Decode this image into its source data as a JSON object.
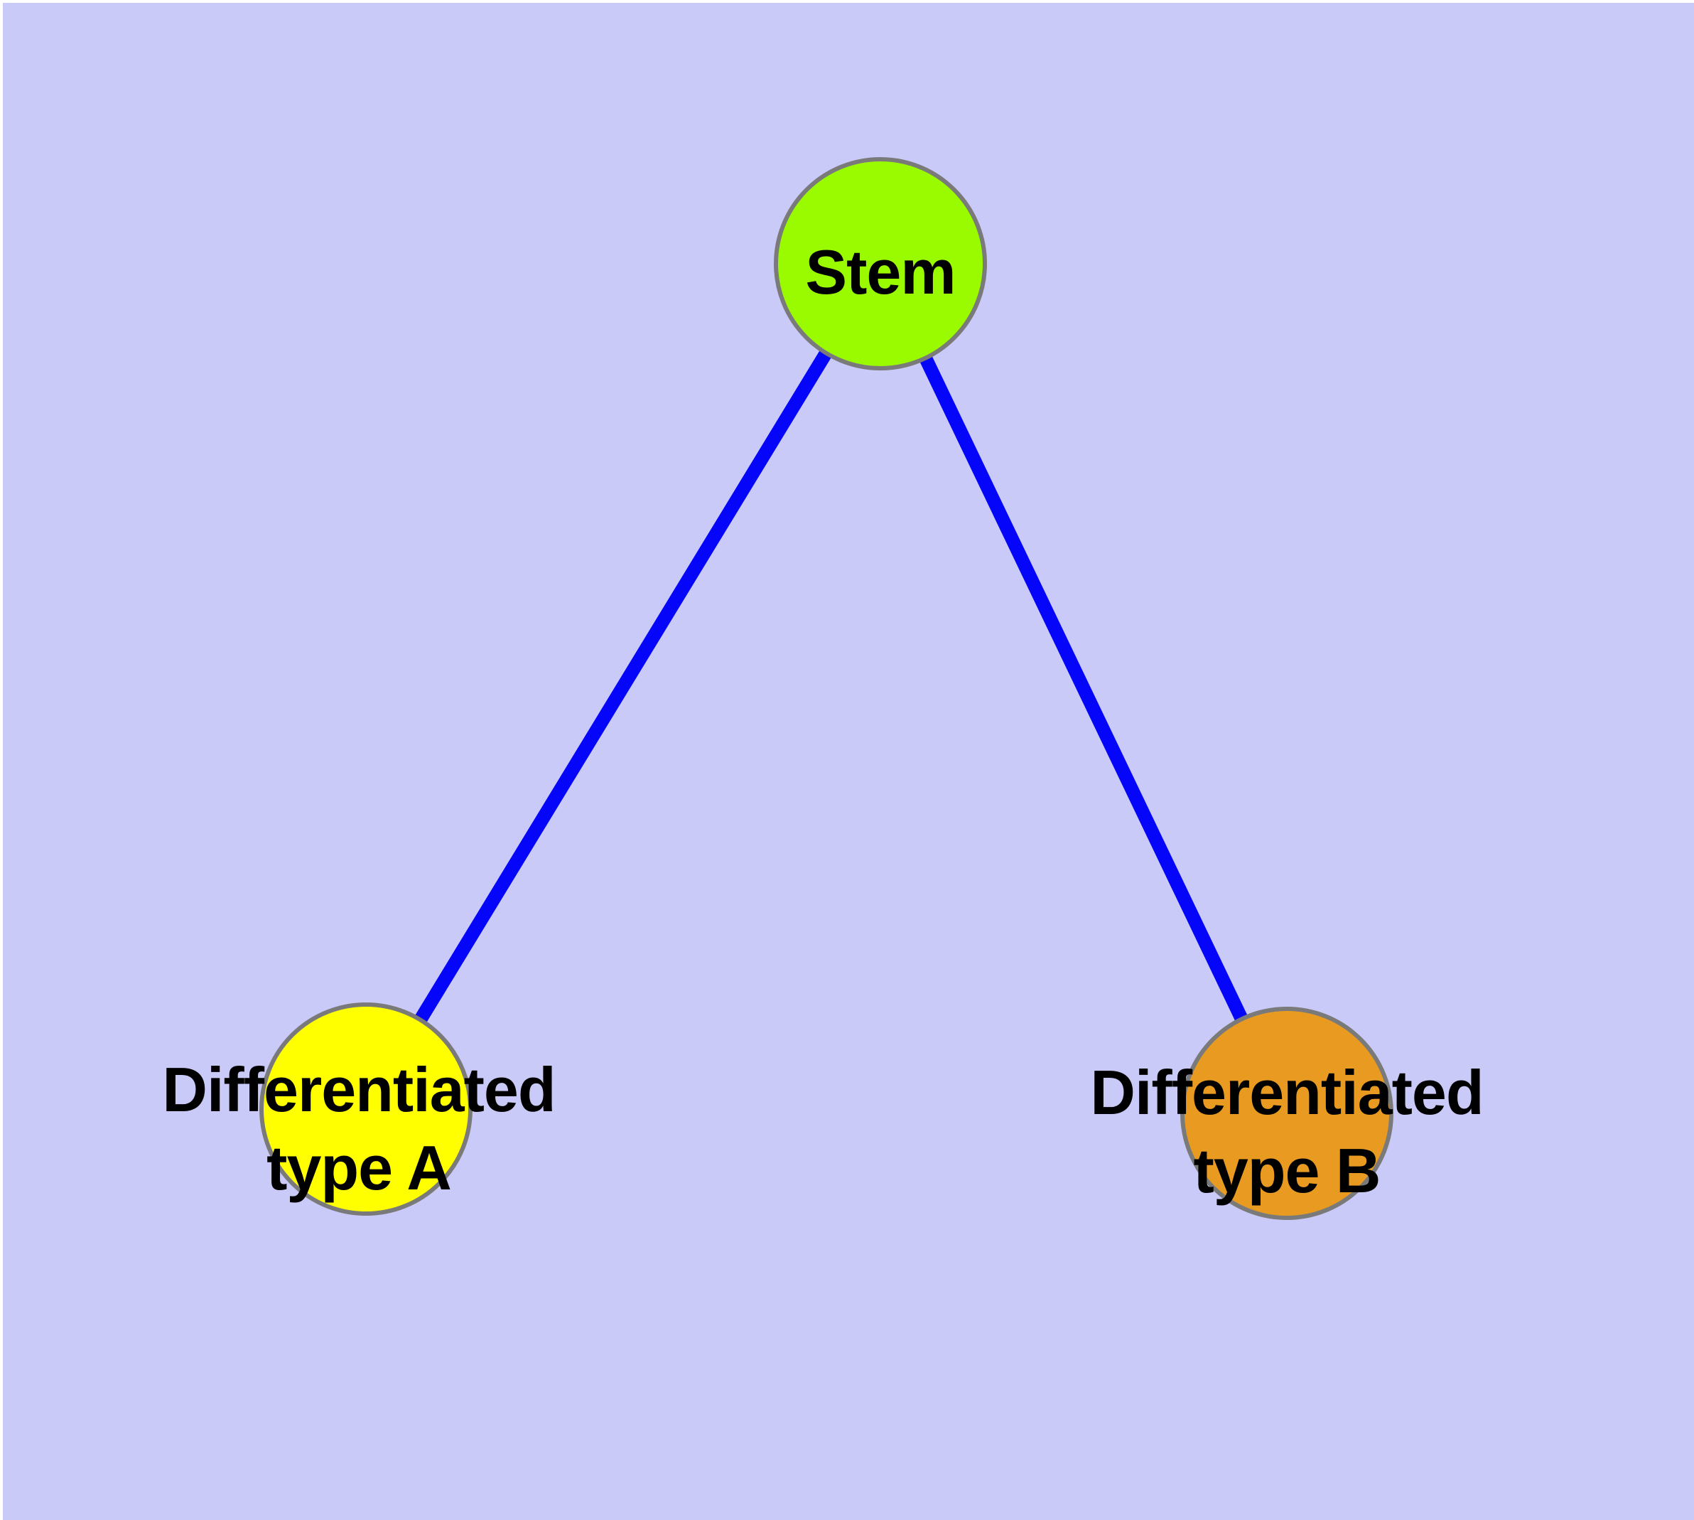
{
  "diagram": {
    "type": "node-link-graph",
    "description": "Stem cell differentiation diagram: one stem node linked to two differentiated cell-type nodes",
    "colors": {
      "background": "#cacaf8",
      "page_margin": "#ffffff",
      "edge": "#0505fa",
      "node_border": "#7a7a7a",
      "label_text": "#000000"
    },
    "nodes": {
      "stem": {
        "label": "Stem",
        "fill": "#9afb00"
      },
      "type_a": {
        "line1": "Differentiated",
        "line2": "type A",
        "fill": "#ffff00"
      },
      "type_b": {
        "line1": "Differentiated",
        "line2": "type B",
        "fill": "#e89b20"
      }
    },
    "edges": [
      {
        "from": "Stem",
        "to": "Differentiated type A"
      },
      {
        "from": "Stem",
        "to": "Differentiated type B"
      }
    ]
  }
}
